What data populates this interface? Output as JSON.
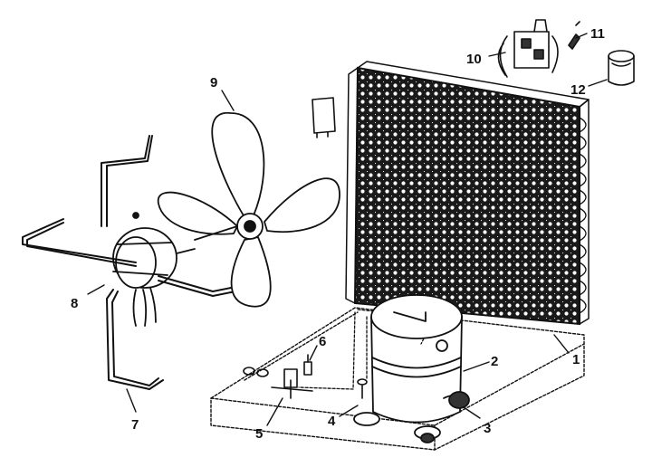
{
  "diagram": {
    "colors": {
      "ink": "#111111",
      "paper": "#ffffff",
      "coil_dark": "#1a1a1a"
    },
    "callouts": [
      {
        "id": "1",
        "label": "1",
        "part": "condenser-coil"
      },
      {
        "id": "2",
        "label": "2",
        "part": "compressor"
      },
      {
        "id": "3",
        "label": "3",
        "part": "compressor-mount-grommet"
      },
      {
        "id": "4",
        "label": "4",
        "part": "mounting-bolt"
      },
      {
        "id": "5",
        "label": "5",
        "part": "service-valve"
      },
      {
        "id": "6",
        "label": "6",
        "part": "valve-core"
      },
      {
        "id": "7",
        "label": "7",
        "part": "motor-mount-bracket"
      },
      {
        "id": "8",
        "label": "8",
        "part": "fan-motor"
      },
      {
        "id": "9",
        "label": "9",
        "part": "fan-blade"
      },
      {
        "id": "10",
        "label": "10",
        "part": "contactor-relay"
      },
      {
        "id": "11",
        "label": "11",
        "part": "clip"
      },
      {
        "id": "12",
        "label": "12",
        "part": "capacitor"
      }
    ]
  }
}
